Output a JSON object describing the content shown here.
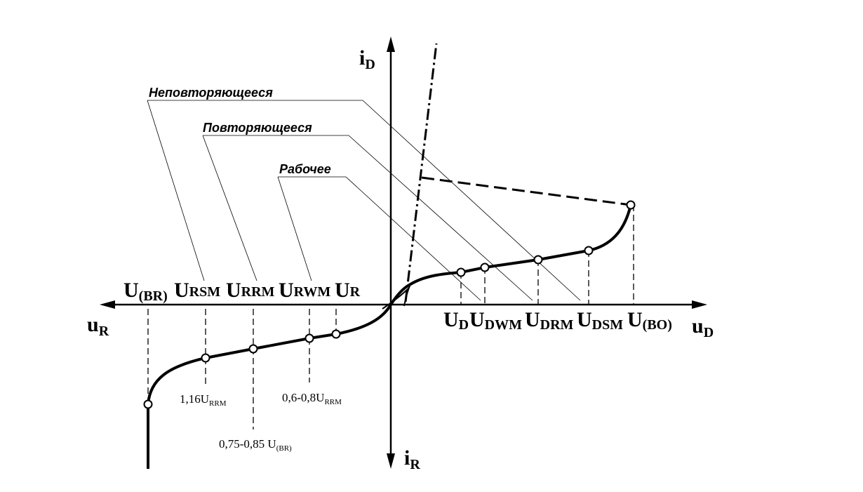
{
  "axes": {
    "i_d": {
      "main": "i",
      "sub": "D"
    },
    "i_r": {
      "main": "i",
      "sub": "R"
    },
    "u_d": {
      "main": "u",
      "sub": "D"
    },
    "u_r": {
      "main": "u",
      "sub": "R"
    }
  },
  "reverse_labels": [
    {
      "main": "U",
      "sub": "(BR)"
    },
    {
      "main": "U",
      "sub": "RSM"
    },
    {
      "main": "U",
      "sub": "RRM"
    },
    {
      "main": "U",
      "sub": "RWM"
    },
    {
      "main": "U",
      "sub": "R"
    }
  ],
  "forward_labels": [
    {
      "main": "U",
      "sub": "D"
    },
    {
      "main": "U",
      "sub": "DWM"
    },
    {
      "main": "U",
      "sub": "DRM"
    },
    {
      "main": "U",
      "sub": "DSM"
    },
    {
      "main": "U",
      "sub": "(BO)"
    }
  ],
  "annotations": {
    "non_repetitive": "Неповторяющееся",
    "repetitive": "Повторяющееся",
    "working": "Рабочее"
  },
  "notes": {
    "n1": {
      "main": "1,16U",
      "sub": "RRM"
    },
    "n2": {
      "main": "0,75-0,85 U",
      "sub": "(BR)"
    },
    "n3": {
      "main": "0,6-0,8U",
      "sub": "RRM"
    }
  },
  "colors": {
    "ink": "#000000",
    "background": "#ffffff",
    "marker_fill": "#ffffff"
  }
}
